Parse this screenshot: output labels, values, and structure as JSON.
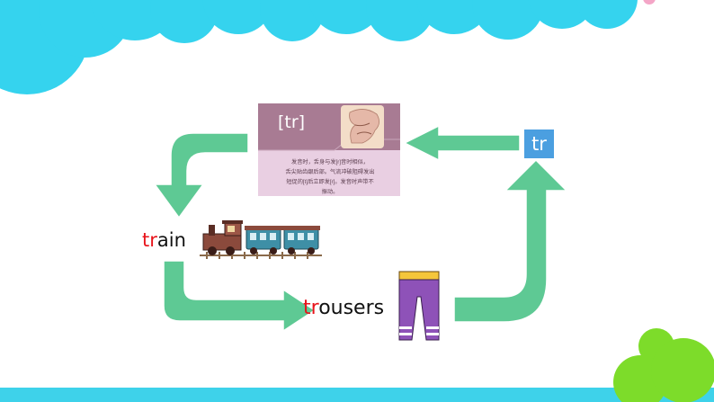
{
  "phonics_card": {
    "symbol": "[tr]",
    "description_lines": [
      "发音时，舌身与发[r]音时相似，",
      "舌尖贴齿龈后部。气流冲破阻碍发出",
      "短促的[t]后立即发[r]。发音时声带不",
      "振动。"
    ]
  },
  "blend_box": {
    "label": "tr"
  },
  "words": [
    {
      "prefix": "tr",
      "rest": "ain",
      "image": "train-icon"
    },
    {
      "prefix": "tr",
      "rest": "ousers",
      "image": "trousers-icon"
    }
  ],
  "colors": {
    "background": "#ffffff",
    "bubbles": "#35d3ee",
    "arrows": "#5ec994",
    "highlight": "#e8141b",
    "bottom_strip": "#3ed2ea",
    "green_circles": "#7ddc2a",
    "card_band": "#a87b93",
    "card_body": "#e9cfe2",
    "blend_box": "#4b9fe0"
  }
}
